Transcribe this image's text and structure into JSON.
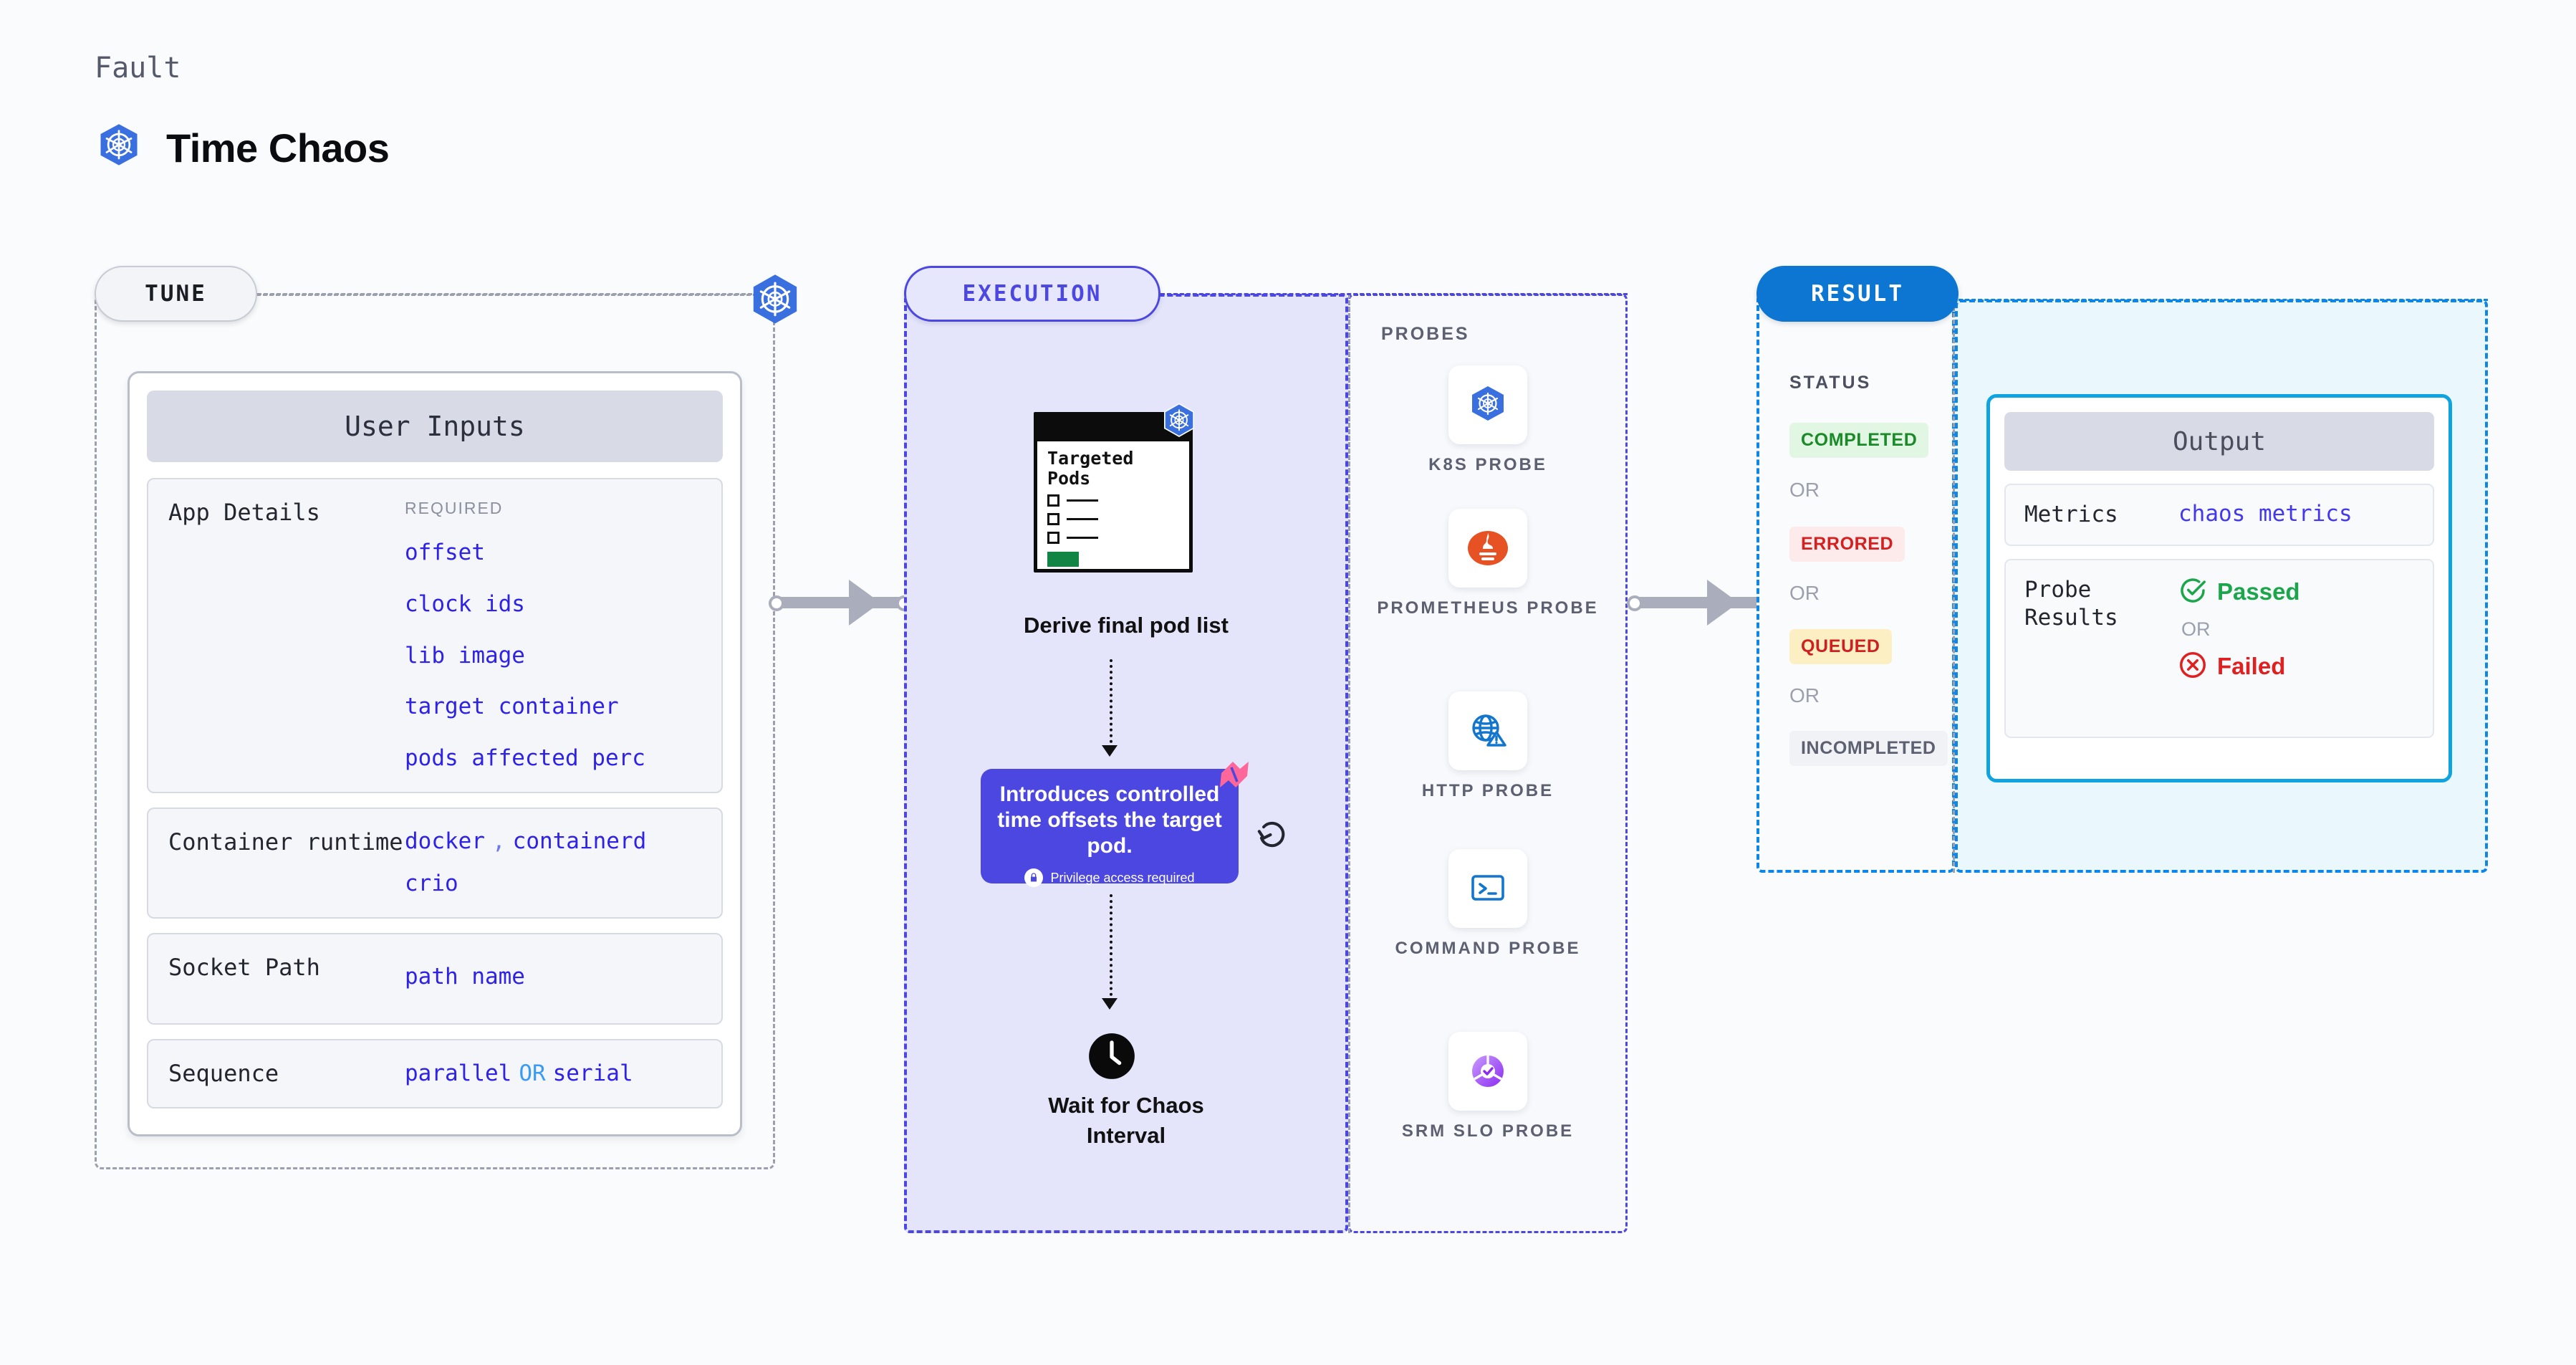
{
  "header": {
    "eyebrow": "Fault",
    "title": "Time Chaos",
    "logo_icon": "kubernetes-icon"
  },
  "sections": {
    "tune": {
      "pill_label": "TUNE"
    },
    "execution": {
      "pill_label": "EXECUTION"
    },
    "result": {
      "pill_label": "RESULT"
    }
  },
  "tune": {
    "badge_icon": "kubernetes-icon",
    "card_title": "User Inputs",
    "rows": [
      {
        "label": "App Details",
        "required_tag": "REQUIRED",
        "values": [
          "offset",
          "clock ids",
          "lib image",
          "target container",
          "pods affected perc"
        ]
      },
      {
        "label": "Container runtime",
        "values": [
          "docker , containerd",
          "crio"
        ],
        "value_docker": "docker",
        "value_comma": ",",
        "value_containerd": "containerd",
        "value_crio": "crio"
      },
      {
        "label": "Socket Path",
        "values": [
          "path name"
        ],
        "value_path": "path name"
      },
      {
        "label": "Sequence",
        "values": [
          "parallel OR serial"
        ],
        "value_parallel": "parallel",
        "value_or": "OR",
        "value_serial": "serial"
      }
    ]
  },
  "execution": {
    "targeted_card": {
      "title_line1": "Targeted",
      "title_line2": "Pods",
      "badge_icon": "kubernetes-icon"
    },
    "step1_caption": "Derive final pod list",
    "callout": {
      "text": "Introduces controlled time offsets the target pod.",
      "privilege_label": "Privilege access required",
      "privilege_icon": "lock-icon",
      "brand_icon": "harness-icon",
      "refresh_icon": "refresh-icon",
      "bg_color": "#4c47e0"
    },
    "step2_caption_line1": "Wait for Chaos",
    "step2_caption_line2": "Interval",
    "step2_icon": "clock-icon"
  },
  "probes": {
    "title": "PROBES",
    "items": [
      {
        "label": "K8S PROBE",
        "icon": "kubernetes-icon"
      },
      {
        "label": "PROMETHEUS PROBE",
        "icon": "prometheus-icon"
      },
      {
        "label": "HTTP PROBE",
        "icon": "globe-warning-icon"
      },
      {
        "label": "COMMAND PROBE",
        "icon": "terminal-icon"
      },
      {
        "label": "SRM SLO PROBE",
        "icon": "srm-slo-icon"
      }
    ]
  },
  "result": {
    "status_title": "STATUS",
    "or_label": "OR",
    "statuses": [
      {
        "label": "COMPLETED",
        "bg": "#e2f6e4",
        "fg": "#1b8a28"
      },
      {
        "label": "ERRORED",
        "bg": "#fdeaea",
        "fg": "#d32020"
      },
      {
        "label": "QUEUED",
        "bg": "#fdefc4",
        "fg": "#cf2020"
      },
      {
        "label": "INCOMPLETED",
        "bg": "#f0f2f6",
        "fg": "#5c6070"
      }
    ],
    "output": {
      "card_title": "Output",
      "metrics_label": "Metrics",
      "metrics_value": "chaos metrics",
      "probe_results_label": "Probe Results",
      "passed_label": "Passed",
      "failed_label": "Failed",
      "or_label": "OR",
      "passed_icon": "check-circle-icon",
      "failed_icon": "x-circle-icon",
      "accent_color": "#0fa3e0"
    }
  },
  "connectors": {
    "tune_to_execution": "arrow-right",
    "execution_to_result": "arrow-right"
  }
}
